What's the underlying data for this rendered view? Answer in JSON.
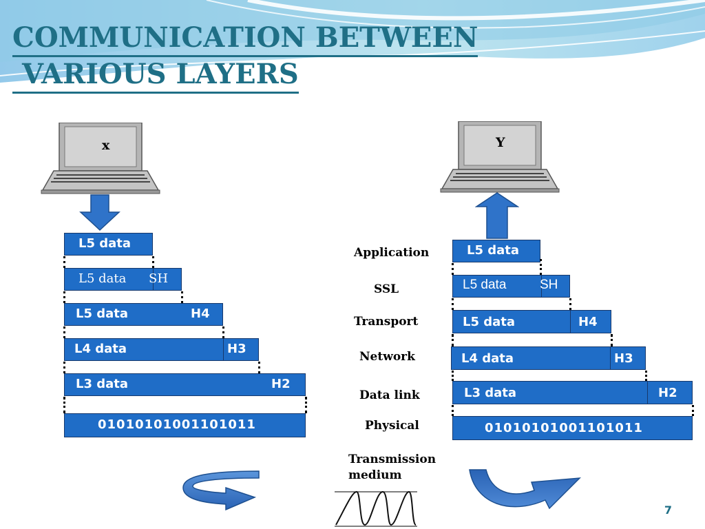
{
  "title": {
    "line1": "COMMUNICATION BETWEEN",
    "line2": "VARIOUS LAYERS"
  },
  "hosts": {
    "left": "x",
    "right": "Y"
  },
  "layers": [
    "Application",
    "SSL",
    "Transport",
    "Network",
    "Data link",
    "Physical"
  ],
  "medium_label": {
    "line1": "Transmission",
    "line2": "medium"
  },
  "left_stack": {
    "l5": "L5 data",
    "ssl_data": "L5 data",
    "ssl_hdr": "SH",
    "transport_data": "L5 data",
    "transport_hdr": "H4",
    "network_data": "L4 data",
    "network_hdr": "H3",
    "datalink_data": "L3 data",
    "datalink_hdr": "H2",
    "bits": "01010101001101011"
  },
  "right_stack": {
    "l5": "L5 data",
    "ssl_data": "L5 data",
    "ssl_hdr": "SH",
    "transport_data": "L5 data",
    "transport_hdr": "H4",
    "network_data": "L4 data",
    "network_hdr": "H3",
    "datalink_data": "L3 data",
    "datalink_hdr": "H2",
    "bits": "01010101001101011"
  },
  "page_number": "7",
  "colors": {
    "title": "#1f6f86",
    "box_fill": "#1f6dc7",
    "arrow": "#2f73c9"
  }
}
